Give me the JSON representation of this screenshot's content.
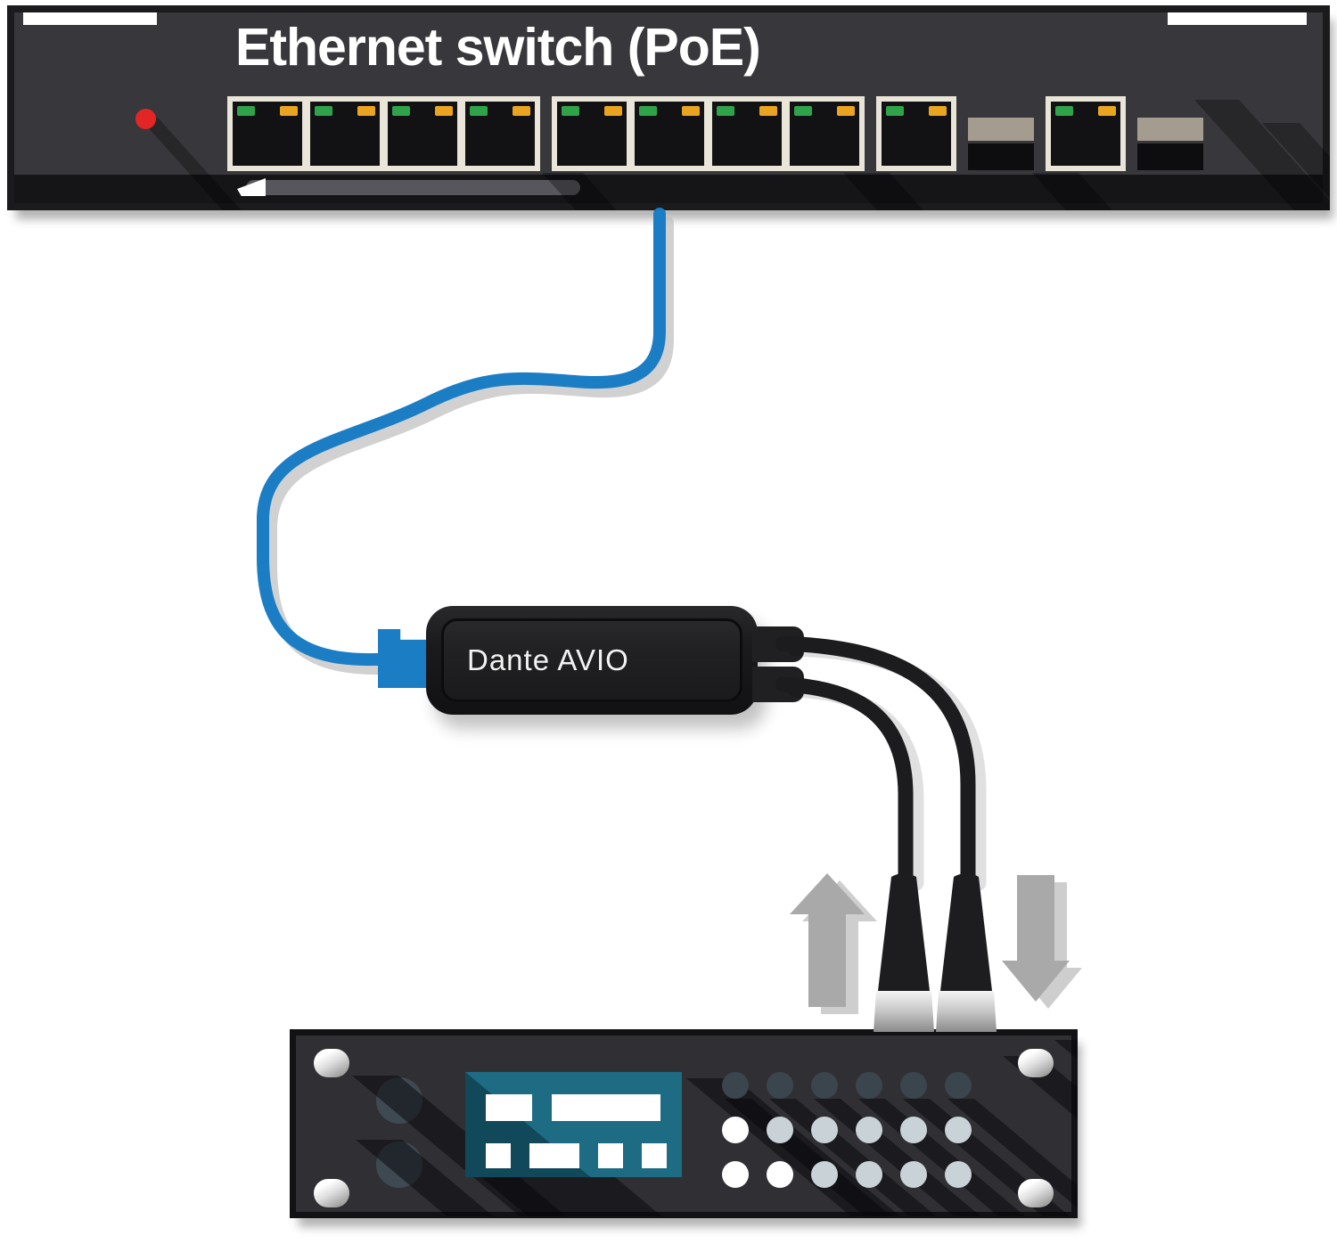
{
  "diagram": {
    "background_color": "#ffffff",
    "ethernet_switch": {
      "title": "Ethernet switch (PoE)",
      "body_color": "#38383c",
      "bezel_color": "#eae5d9",
      "led_green_color": "#2fa34a",
      "led_amber_color": "#eba41f",
      "power_led_color": "#e32526",
      "rack_handle_count": 2,
      "ports": [
        {
          "kind": "rj45-group",
          "count": 4
        },
        {
          "kind": "rj45-group",
          "count": 4
        },
        {
          "kind": "rj45-single",
          "count": 1
        },
        {
          "kind": "sfp-slot",
          "count": 1
        },
        {
          "kind": "rj45-single",
          "count": 1
        },
        {
          "kind": "sfp-slot",
          "count": 1
        }
      ]
    },
    "ethernet_cable": {
      "color": "#1b7ec5"
    },
    "adapter": {
      "label": "Dante AVIO",
      "body_color": "#1b1b1e",
      "plug_color": "#1b7ec5",
      "output_cable_count": 2,
      "cable_color": "#1c1c1f",
      "xlr_ring_color": "#c6c6c6"
    },
    "flow_arrows": {
      "left_direction": "up",
      "right_direction": "down",
      "color": "#a9a9a9"
    },
    "audio_device": {
      "body_color": "#303034",
      "screen_color": "#1e6b84",
      "knob_color": "#3e4952",
      "knob_count": 2,
      "screw_hole_count": 4,
      "screen_blocks": [
        [
          "small",
          "wide"
        ],
        [
          "square",
          "medium",
          "square",
          "square"
        ]
      ],
      "buttons": [
        [
          "dark",
          "dark",
          "dark",
          "dark",
          "dark",
          "dark"
        ],
        [
          "white",
          "light",
          "light",
          "light",
          "light",
          "light"
        ],
        [
          "white",
          "white",
          "light",
          "light",
          "light",
          "light"
        ]
      ],
      "button_colors": {
        "dark": "#3a454e",
        "light": "#c9d3d7",
        "white": "#ffffff"
      }
    }
  }
}
